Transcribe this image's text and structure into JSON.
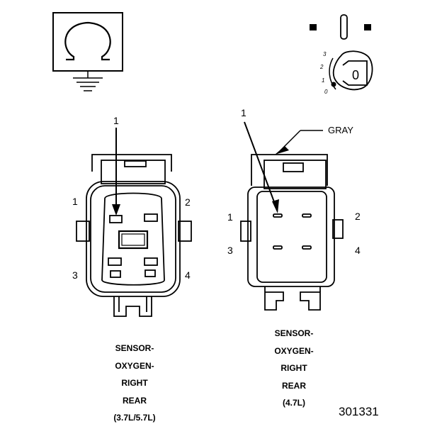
{
  "diagram": {
    "figure_number": "301331",
    "ignition_positions": [
      "3",
      "2",
      "1",
      "0"
    ],
    "ignition_key_label": "0",
    "left_connector": {
      "callout": "1",
      "pins": [
        "1",
        "2",
        "3",
        "4"
      ],
      "caption": [
        "SENSOR-",
        "OXYGEN-",
        "RIGHT",
        "REAR",
        "(3.7L/5.7L)"
      ]
    },
    "right_connector": {
      "callout": "1",
      "color_label": "GRAY",
      "pins": [
        "1",
        "2",
        "3",
        "4"
      ],
      "caption": [
        "SENSOR-",
        "OXYGEN-",
        "RIGHT",
        "REAR",
        "(4.7L)"
      ]
    },
    "icons": [
      "ohmmeter-icon",
      "ignition-switch-icon"
    ]
  }
}
